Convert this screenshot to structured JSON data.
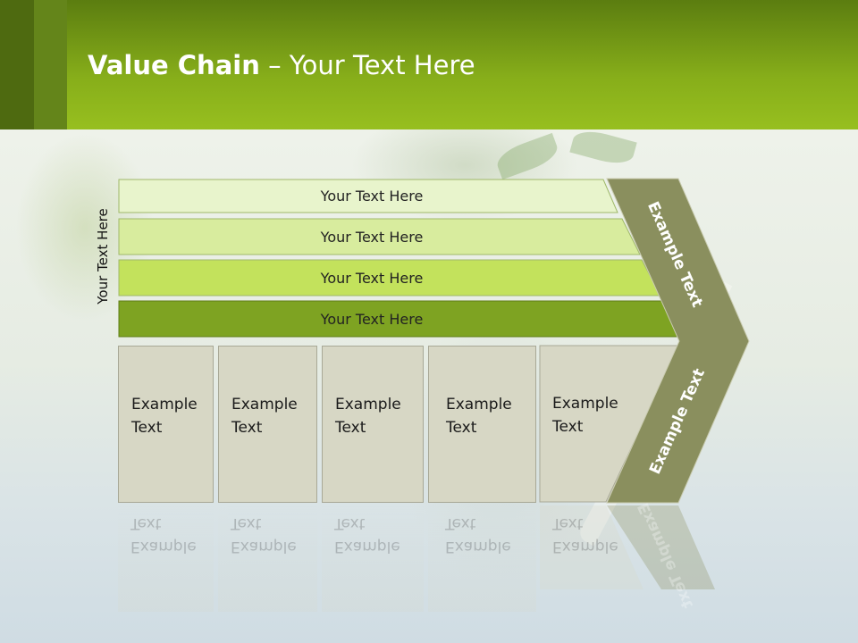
{
  "slide": {
    "title_bold": "Value Chain",
    "title_rest": " – Your Text Here",
    "side_label": "Your Text Here",
    "bars": [
      {
        "label": "Your Text Here",
        "color": "#e8f4cc"
      },
      {
        "label": "Your Text Here",
        "color": "#d8ec9e"
      },
      {
        "label": "Your Text Here",
        "color": "#c3e25c"
      },
      {
        "label": "Your Text Here",
        "color": "#7ea322"
      }
    ],
    "boxes": [
      {
        "line1": "Example",
        "line2": "Text"
      },
      {
        "line1": "Example",
        "line2": "Text"
      },
      {
        "line1": "Example",
        "line2": "Text"
      },
      {
        "line1": "Example",
        "line2": "Text"
      },
      {
        "line1": "Example",
        "line2": "Text"
      }
    ],
    "chevron": {
      "upper_text": "Example Text",
      "lower_text": "Example Text",
      "color": "#8a8f5e"
    },
    "colors": {
      "header_dark": "#4e6a10",
      "header_light": "#97bf1f",
      "box_fill": "#d7d7c5"
    }
  }
}
